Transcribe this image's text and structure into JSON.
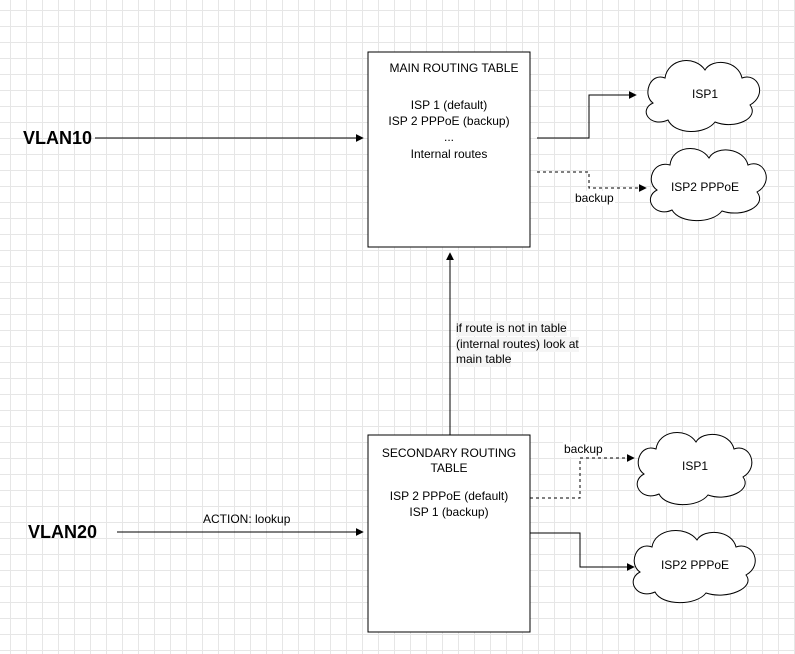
{
  "vlans": {
    "vlan10": "VLAN10",
    "vlan20": "VLAN20"
  },
  "main_table": {
    "title": "MAIN ROUTING TABLE",
    "lines": [
      "ISP 1 (default)",
      "ISP 2 PPPoE (backup)",
      "...",
      "Internal routes"
    ]
  },
  "secondary_table": {
    "title_line1": "SECONDARY ROUTING",
    "title_line2": "TABLE",
    "lines": [
      "ISP 2 PPPoE (default)",
      "ISP 1 (backup)"
    ]
  },
  "clouds": {
    "top_isp1": "ISP1",
    "top_isp2": "ISP2 PPPoE",
    "bottom_isp1": "ISP1",
    "bottom_isp2": "ISP2 PPPoE"
  },
  "edge_labels": {
    "top_backup": "backup",
    "bottom_backup": "backup",
    "action": "ACTION: lookup",
    "fallback_line1": "if route is not in table",
    "fallback_line2": "(internal routes) look at",
    "fallback_line3": "main table"
  }
}
